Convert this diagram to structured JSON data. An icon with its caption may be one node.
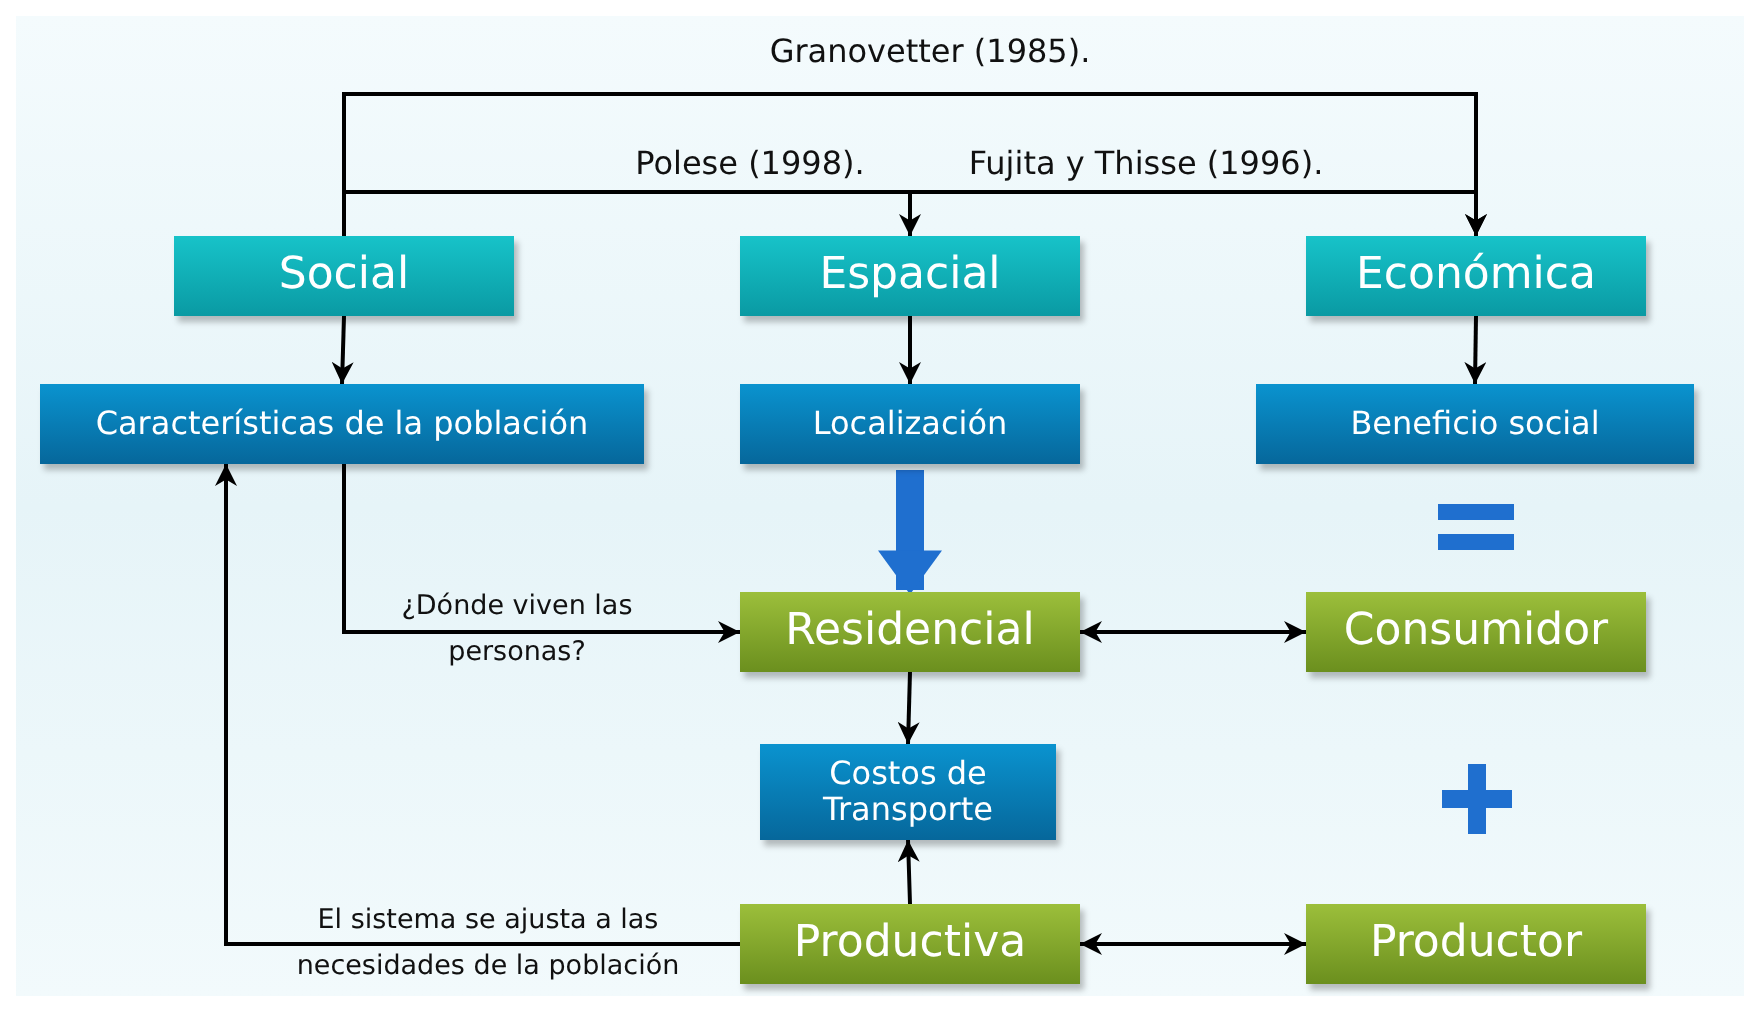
{
  "diagram": {
    "nodes": [
      {
        "text": [
          "Social"
        ]
      },
      {
        "text": [
          "Espacial"
        ]
      },
      {
        "text": [
          "Económica"
        ]
      },
      {
        "text": [
          "Características de la población"
        ]
      },
      {
        "text": [
          "Localización"
        ]
      },
      {
        "text": [
          "Beneficio social"
        ]
      },
      {
        "text": [
          "Residencial"
        ]
      },
      {
        "text": [
          "Consumidor"
        ]
      },
      {
        "text": [
          "Costos de Transporte"
        ]
      },
      {
        "text": [
          "Productiva"
        ]
      },
      {
        "text": [
          "Productor"
        ]
      }
    ],
    "edges": [
      {
        "from": 0,
        "to": 2,
        "arrow": "to",
        "label": "Granovetter (1985)."
      },
      {
        "from": 0,
        "to": 1,
        "arrow": "to",
        "label": "Polese (1998)."
      },
      {
        "from": 0,
        "to": 2,
        "arrow": "to",
        "label": "Fujita y Thisse (1996)."
      },
      {
        "from": 0,
        "to": 3,
        "arrow": "to"
      },
      {
        "from": 1,
        "to": 4,
        "arrow": "to"
      },
      {
        "from": 2,
        "to": 5,
        "arrow": "to"
      },
      {
        "from": 4,
        "to": 6,
        "arrow": "to",
        "style": "thick",
        "color": "#1f6fcf"
      },
      {
        "from": 3,
        "to": 6,
        "arrow": "to",
        "label": "¿Dónde viven las personas?"
      },
      {
        "from": 6,
        "to": 7,
        "arrow": "both"
      },
      {
        "from": 6,
        "to": 8,
        "arrow": "to"
      },
      {
        "from": 9,
        "to": 8,
        "arrow": "to"
      },
      {
        "from": 9,
        "to": 3,
        "arrow": "to",
        "label": "El sistema se ajusta a las necesidades de la población"
      },
      {
        "from": 9,
        "to": 10,
        "arrow": "both"
      }
    ]
  }
}
